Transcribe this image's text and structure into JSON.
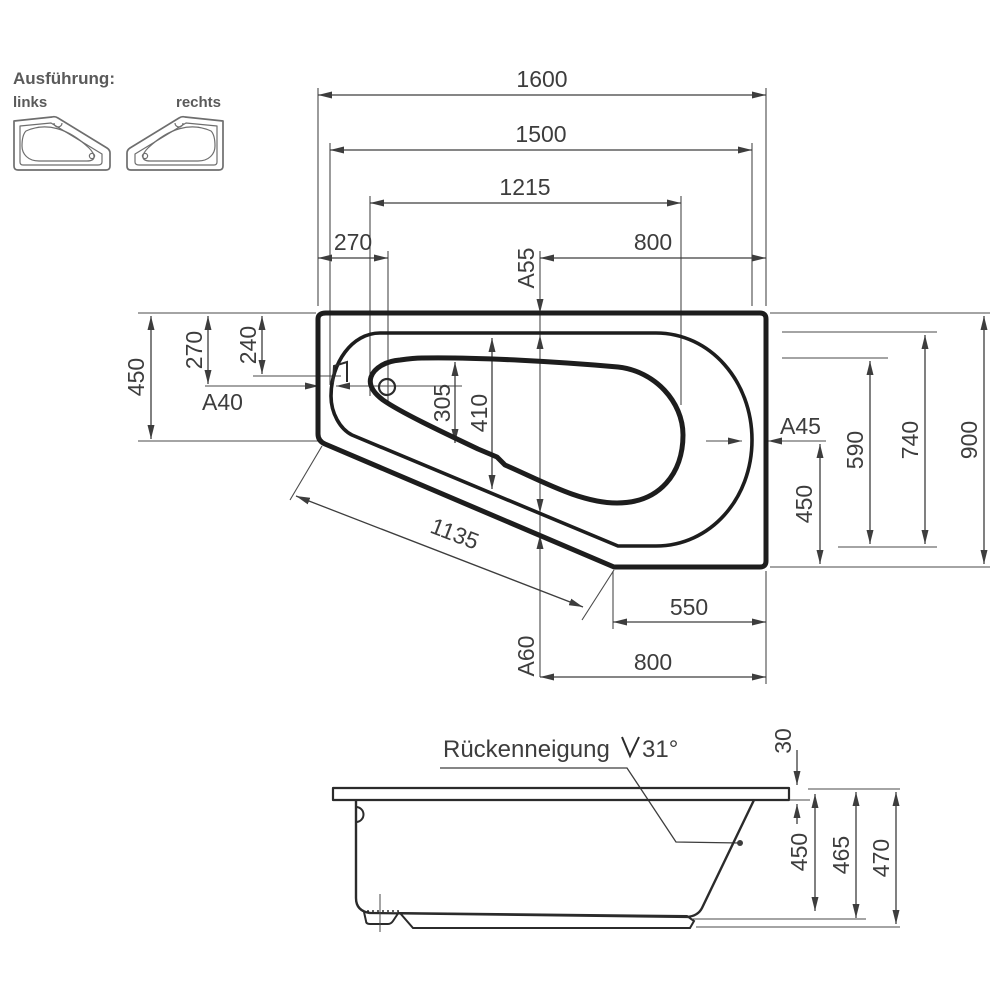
{
  "legend": {
    "title": "Ausführung:",
    "variant_left": "links",
    "variant_right": "rechts"
  },
  "top_view": {
    "width_overall": "1600",
    "width_rim": "1500",
    "width_well": "1215",
    "drain_offset_x": "270",
    "faucet_span": "800",
    "faucet_pos": "A55",
    "left_height": "450",
    "drain_offset_y": "270",
    "rim_offset_y": "240",
    "drain_pos": "A40",
    "well_depth_front": "305",
    "well_depth_back": "410",
    "diagonal_edge": "1135",
    "outlet_pos": "A60",
    "bottom_edge": "550",
    "bottom_span": "800",
    "overflow_pos": "A45",
    "right_offset": "450",
    "well_height": "590",
    "rim_height": "740",
    "height_overall": "900"
  },
  "section_view": {
    "backrest_label": "Rückenneigung",
    "backrest_angle": "31°",
    "rim_thickness": "30",
    "inner_depth": "450",
    "height_mid": "465",
    "height_total": "470"
  },
  "colors": {
    "background": "#ffffff",
    "outline": "#1d1d1d",
    "dimension": "#3d3d3d",
    "base_plate": "#c9c9c9"
  }
}
